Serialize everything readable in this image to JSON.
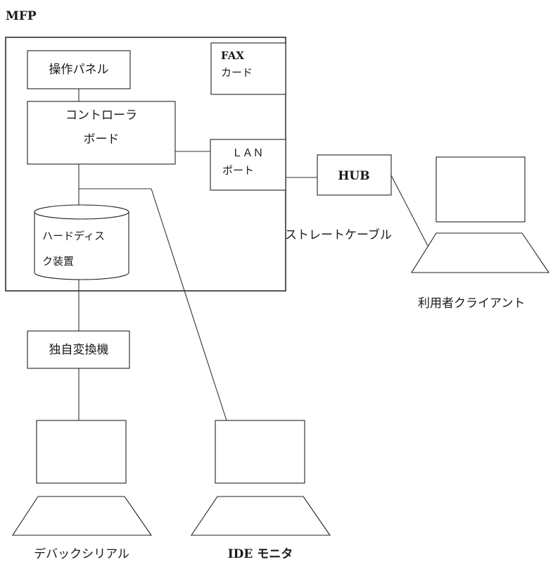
{
  "diagram": {
    "mfp": {
      "label": "MFP"
    },
    "operation_panel": {
      "label": "操作パネル"
    },
    "fax_card": {
      "label_line1": "FAX",
      "label_line2": "カード"
    },
    "controller_board": {
      "label_line1": "コントローラ",
      "label_line2": "ボード"
    },
    "lan_port": {
      "label_line1": "ＬＡＮ",
      "label_line2": "ポート"
    },
    "hub": {
      "label": "HUB"
    },
    "hard_disk": {
      "label_line1": "ハードディス",
      "label_line2": "ク装置"
    },
    "straight_cable": {
      "label": "ストレートケーブル"
    },
    "user_client": {
      "label": "利用者クライアント"
    },
    "converter": {
      "label": "独自変換機"
    },
    "debug_serial": {
      "label": "デバックシリアル"
    },
    "ide_monitor": {
      "label": "IDE モニタ"
    }
  }
}
